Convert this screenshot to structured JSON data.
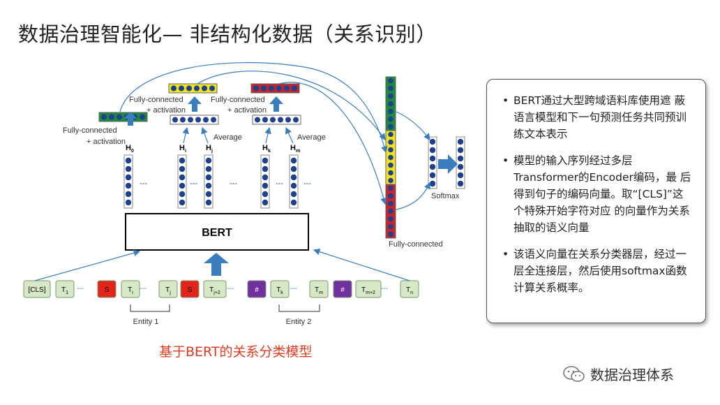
{
  "slide": {
    "title": "数据治理智能化— 非结构化数据（关系识别）",
    "caption": "基于BERT的关系分类模型",
    "watermark": "数据治理体系"
  },
  "diagram": {
    "bert_label": "BERT",
    "tokens": [
      "[CLS]",
      "T1",
      "S",
      "Ti",
      "Tj",
      "S",
      "Tj+2",
      "#",
      "Tk",
      "Tm",
      "#",
      "Tm+2",
      "Tn"
    ],
    "hidden_labels": [
      "H0",
      "Hi",
      "Hj",
      "Hk",
      "Hm"
    ],
    "entity_labels": [
      "Entity 1",
      "Entity 2"
    ],
    "fc_activation": [
      "Fully-connected",
      "+ activation"
    ],
    "average": "Average",
    "fully_connected": "Fully-connected",
    "softmax": "Softmax",
    "ellipsis": "---",
    "colors": {
      "token_fill": "#d6e8c6",
      "special_S": "#e3241b",
      "special_hash": "#7030a0",
      "arrow": "#3a7ebf",
      "green_vec": "#1e8a3e",
      "yellow_vec": "#f2e41a",
      "red_vec": "#c4242b",
      "dot": "#1f3f8f"
    }
  },
  "notes": [
    "BERT通过大型跨域语料库使用遮 蔽语言模型和下一句预测任务共同预训练文本表示",
    "模型的输入序列经过多层Transformer的Encoder编码，最 后得到句子的编码向量。取“[CLS]”这个特殊开始字符对应 的向量作为关系抽取的语义向量",
    "该语义向量在关系分类器层，经过一层全连接层，然后使用softmax函数计算关系概率。"
  ]
}
